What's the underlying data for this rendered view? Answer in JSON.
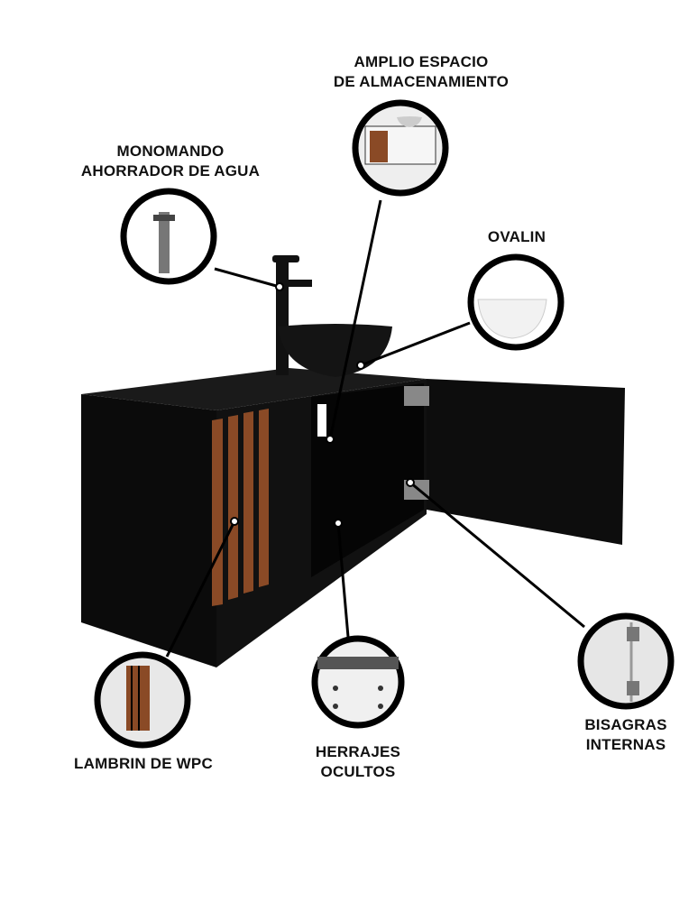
{
  "callouts": {
    "storage": {
      "line1": "AMPLIO ESPACIO",
      "line2": "DE ALMACENAMIENTO"
    },
    "faucet": {
      "line1": "MONOMANDO",
      "line2": "AHORRADOR DE AGUA"
    },
    "basin": {
      "line1": "OVALIN"
    },
    "wpc": {
      "line1": "LAMBRIN DE WPC"
    },
    "hardware": {
      "line1": "HERRAJES",
      "line2": "OCULTOS"
    },
    "hinges": {
      "line1": "BISAGRAS",
      "line2": "INTERNAS"
    }
  },
  "colors": {
    "cabinet": "#0d0d0d",
    "wood": "#8a4a26",
    "ring": "#000000"
  }
}
